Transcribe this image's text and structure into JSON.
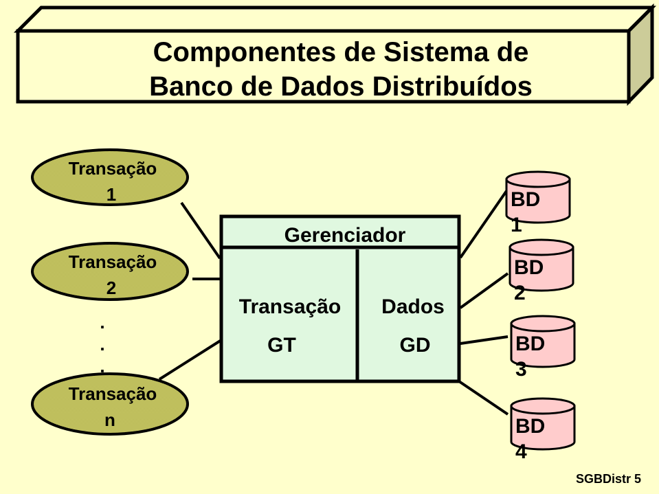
{
  "title": {
    "line1": "Componentes de Sistema de",
    "line2": "Banco de Dados Distribuídos"
  },
  "transactions": [
    {
      "label": "Transação",
      "id": "1"
    },
    {
      "label": "Transação",
      "id": "2"
    },
    {
      "label": "Transação",
      "id": "n"
    }
  ],
  "ellipsis_dots": [
    ".",
    ".",
    "."
  ],
  "manager": {
    "header": "Gerenciador",
    "left_name": "Transação",
    "left_abbr": "GT",
    "right_name": "Dados",
    "right_abbr": "GD"
  },
  "databases": [
    {
      "label": "BD",
      "id": "1"
    },
    {
      "label": "BD",
      "id": "2"
    },
    {
      "label": "BD",
      "id": "3"
    },
    {
      "label": "BD",
      "id": "4"
    }
  ],
  "footer": "SGBDistr 5",
  "colors": {
    "background": "#FFFFCC",
    "box_side": "#CCCC99",
    "oval_fill": "#CCCC66",
    "manager_fill": "#E0F8E0",
    "db_fill": "#FFCCCC",
    "stroke": "#000000"
  }
}
